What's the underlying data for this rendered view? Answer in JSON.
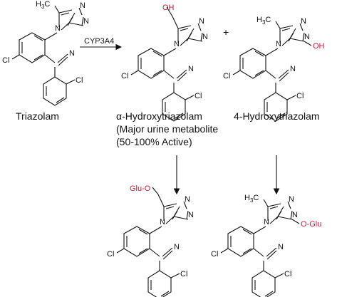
{
  "atoms": {
    "n": "N",
    "cl": "Cl",
    "h3c": "H3C",
    "h3": "H",
    "sub3": "3",
    "c": "C",
    "oh_red": "OH",
    "glu_o": "Glu-O",
    "o_glu": "O-Glu"
  },
  "reaction": {
    "enzyme": "CYP3A4",
    "plus": "+"
  },
  "names": {
    "triazolam": "Triazolam",
    "alpha_hydroxy": "α-Hydroxytriazolam",
    "alpha_note1": "(Major urine metabolite",
    "alpha_note2": "(50-100% Active)",
    "four_hydroxy": "4-Hydroxytriazolam"
  },
  "colors": {
    "heteroatom_red": "#c21a3a",
    "ink": "#111111"
  }
}
